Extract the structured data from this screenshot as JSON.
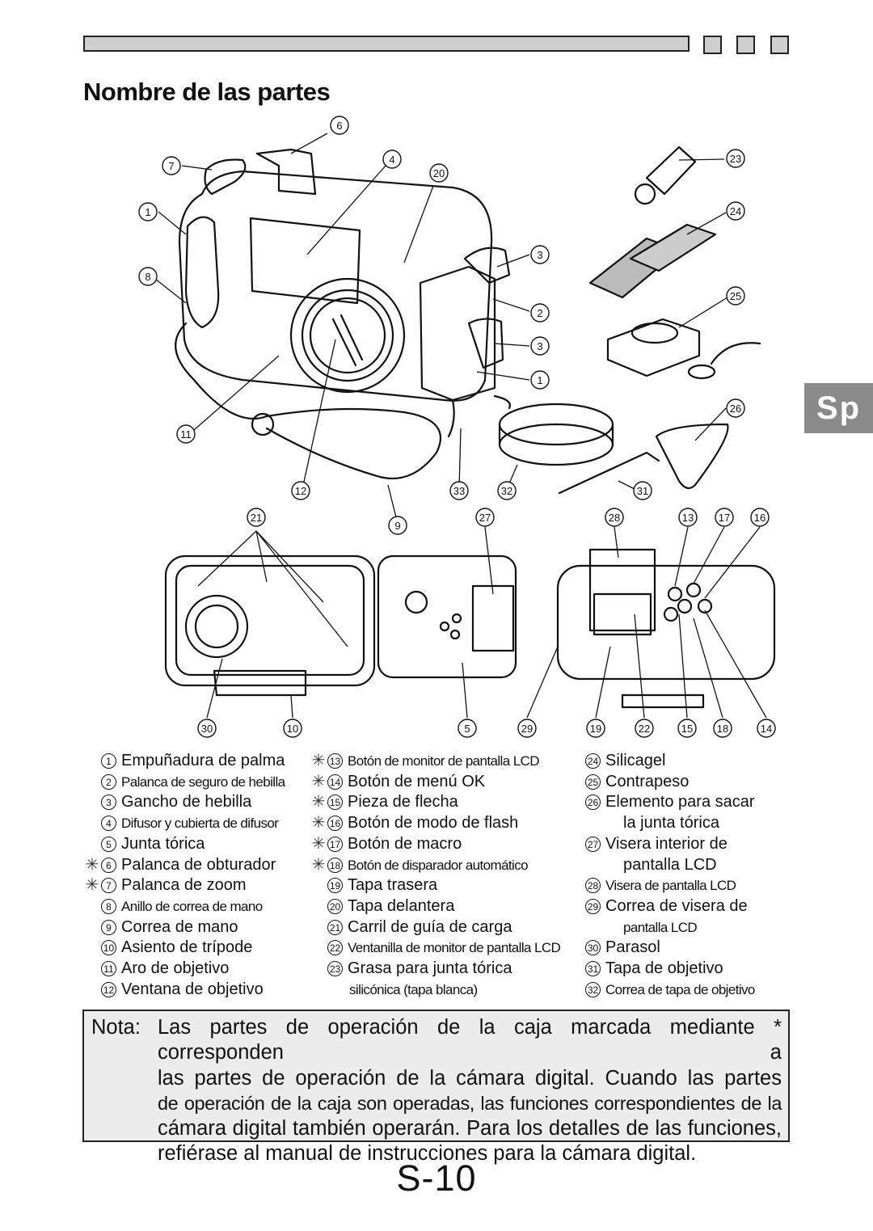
{
  "header": {
    "title": "Nombre de las partes",
    "language_tab": "Sp"
  },
  "callouts": [
    "1",
    "2",
    "3",
    "4",
    "6",
    "7",
    "8",
    "9",
    "10",
    "11",
    "12",
    "13",
    "14",
    "15",
    "16",
    "17",
    "18",
    "19",
    "20",
    "21",
    "22",
    "23",
    "24",
    "25",
    "26",
    "27",
    "28",
    "29",
    "30",
    "31",
    "32",
    "33",
    "5"
  ],
  "legend": {
    "col1": [
      {
        "n": "1",
        "star": false,
        "text": "Empuñadura de palma"
      },
      {
        "n": "2",
        "star": false,
        "text": "Palanca de seguro de hebilla",
        "narrow": true
      },
      {
        "n": "3",
        "star": false,
        "text": "Gancho de hebilla"
      },
      {
        "n": "4",
        "star": false,
        "text": "Difusor y cubierta de difusor",
        "narrow": true
      },
      {
        "n": "5",
        "star": false,
        "text": "Junta tórica"
      },
      {
        "n": "6",
        "star": true,
        "text": "Palanca de obturador"
      },
      {
        "n": "7",
        "star": true,
        "text": "Palanca de zoom"
      },
      {
        "n": "8",
        "star": false,
        "text": "Anillo de correa de mano",
        "narrow": true
      },
      {
        "n": "9",
        "star": false,
        "text": "Correa de mano"
      },
      {
        "n": "10",
        "star": false,
        "text": "Asiento de trípode"
      },
      {
        "n": "11",
        "star": false,
        "text": "Aro de objetivo"
      },
      {
        "n": "12",
        "star": false,
        "text": "Ventana de objetivo"
      }
    ],
    "col2": [
      {
        "n": "13",
        "star": true,
        "text": "Botón de monitor de pantalla LCD",
        "narrow": true
      },
      {
        "n": "14",
        "star": true,
        "text": "Botón de menú OK"
      },
      {
        "n": "15",
        "star": true,
        "text": "Pieza de flecha"
      },
      {
        "n": "16",
        "star": true,
        "text": "Botón de modo de flash"
      },
      {
        "n": "17",
        "star": true,
        "text": "Botón de macro"
      },
      {
        "n": "18",
        "star": true,
        "text": "Botón de disparador automático",
        "narrow": true
      },
      {
        "n": "19",
        "star": false,
        "text": "Tapa trasera"
      },
      {
        "n": "20",
        "star": false,
        "text": "Tapa delantera"
      },
      {
        "n": "21",
        "star": false,
        "text": "Carril de guía de carga"
      },
      {
        "n": "22",
        "star": false,
        "text": "Ventanilla de monitor de pantalla LCD",
        "narrow": true
      },
      {
        "n": "23",
        "star": false,
        "text": "Grasa para junta tórica"
      },
      {
        "n": "",
        "star": false,
        "text": "silicónica (tapa blanca)",
        "narrow": true,
        "cont": true
      }
    ],
    "col3": [
      {
        "n": "24",
        "text": "Silicagel"
      },
      {
        "n": "25",
        "text": "Contrapeso"
      },
      {
        "n": "26",
        "text": "Elemento para sacar"
      },
      {
        "n": "",
        "text": "la junta tórica",
        "cont": true
      },
      {
        "n": "27",
        "text": "Visera interior de"
      },
      {
        "n": "",
        "text": "pantalla LCD",
        "cont": true
      },
      {
        "n": "28",
        "text": "Visera de pantalla LCD",
        "narrow": true
      },
      {
        "n": "29",
        "text": "Correa de visera de"
      },
      {
        "n": "",
        "text": "pantalla LCD",
        "cont": true,
        "narrow": true
      },
      {
        "n": "30",
        "text": "Parasol"
      },
      {
        "n": "31",
        "text": "Tapa de objetivo"
      },
      {
        "n": "32",
        "text": "Correa de tapa de objetivo",
        "narrow": true
      }
    ]
  },
  "note": {
    "label": "Nota:",
    "line1": "Las partes de operación de la caja marcada mediante * corresponden a",
    "line2": "las partes de operación de la cámara digital. Cuando las partes",
    "line3": "de operación de la caja son operadas, las funciones correspondientes de la",
    "line4": "cámara digital también operarán. Para los detalles de las funciones,",
    "line5": "refiérase al manual de instrucciones para la cámara digital."
  },
  "page_number": "S-10"
}
